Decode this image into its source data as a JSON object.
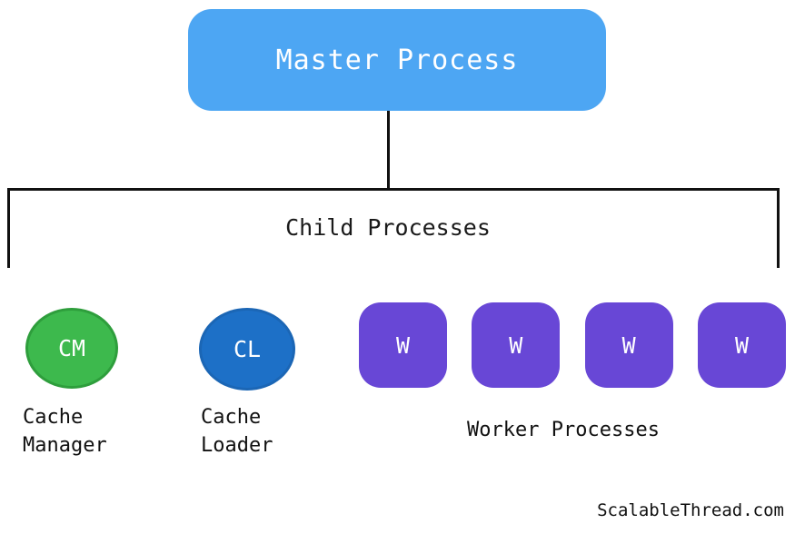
{
  "diagram": {
    "master": {
      "label": "Master Process"
    },
    "child_group": {
      "label": "Child Processes"
    },
    "cache_manager": {
      "abbr": "CM",
      "label": [
        "Cache",
        "Manager"
      ]
    },
    "cache_loader": {
      "abbr": "CL",
      "label": [
        "Cache",
        "Loader"
      ]
    },
    "workers": {
      "label": "Worker Processes",
      "items": [
        {
          "abbr": "W"
        },
        {
          "abbr": "W"
        },
        {
          "abbr": "W"
        },
        {
          "abbr": "W"
        }
      ]
    },
    "watermark": "ScalableThread.com",
    "colors": {
      "master_fill": "#4DA6F3",
      "cache_manager_fill": "#3DB94D",
      "cache_manager_border": "#2E9E3C",
      "cache_loader_fill": "#1D70C7",
      "cache_loader_border": "#1B66B5",
      "worker_fill": "#6847D6",
      "line": "#111111",
      "text": "#1A1A1A",
      "node_text": "#FFFFFF"
    }
  }
}
